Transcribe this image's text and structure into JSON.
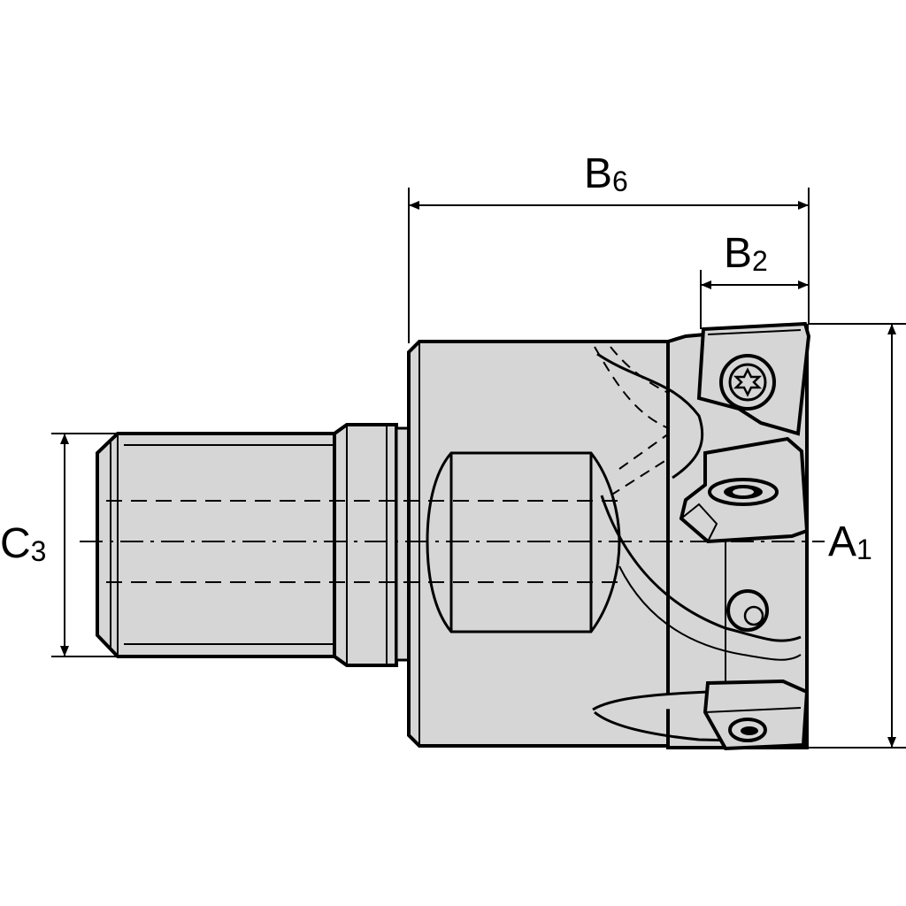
{
  "dimensions": {
    "b6": {
      "main": "B",
      "sub": "6"
    },
    "b2": {
      "main": "B",
      "sub": "2"
    },
    "c3": {
      "main": "C",
      "sub": "3"
    },
    "a1": {
      "main": "A",
      "sub": "1"
    }
  },
  "colors": {
    "part_fill": "#d6d6d6",
    "stroke": "#000000",
    "background": "#ffffff"
  }
}
